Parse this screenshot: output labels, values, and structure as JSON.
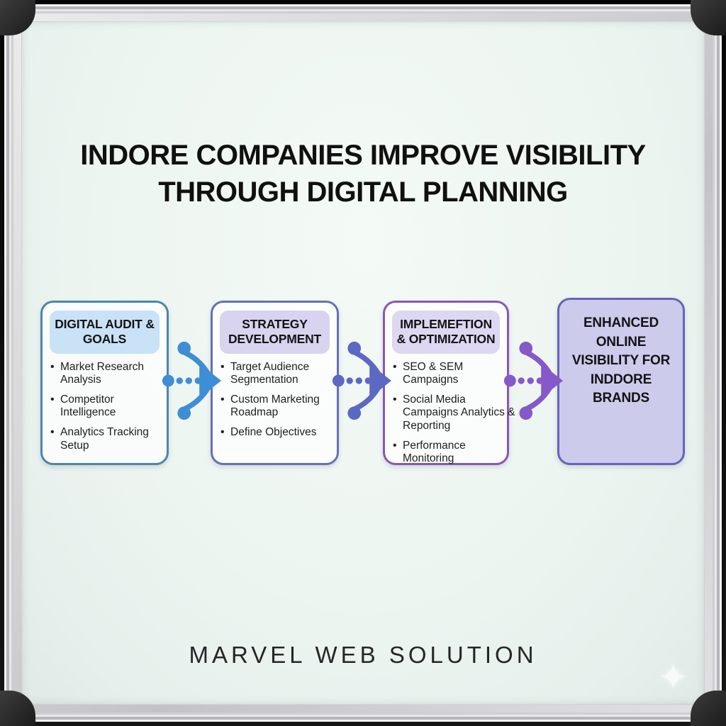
{
  "title": "INDORE COMPANIES IMPROVE VISIBILITY THROUGH DIGITAL PLANNING",
  "footer": "MARVEL WEB SOLUTION",
  "steps": [
    {
      "header": "DIGITAL AUDIT & GOALS",
      "items": [
        "Market Research Analysis",
        "Competitor Intelligence",
        "Analytics Tracking Setup"
      ],
      "accent": "#4d86ab",
      "header_bg": "#c9e2f6"
    },
    {
      "header": "STRATEGY DEVELOPMENT",
      "items": [
        "Target Audience Segmentation",
        "Custom Marketing Roadmap",
        "Define Objectives"
      ],
      "accent": "#6670b2",
      "header_bg": "#d8d3ee"
    },
    {
      "header": "IMPLEMEFTION & OPTIMIZATION",
      "items": [
        "SEO & SEM Campaigns",
        "Social Media Campaigns Analytics & Reporting",
        "Performance Monitoring"
      ],
      "accent": "#8a56b4",
      "header_bg": "#ded7f1"
    },
    {
      "header": "ENHANCED ONLINE VISIBILITY FOR INDDORE BRANDS",
      "items": [],
      "accent": "#6663ba",
      "fill": "#cbcaeb"
    }
  ],
  "arrows": [
    {
      "color": "#3e8ed6"
    },
    {
      "color": "#5b68c4"
    },
    {
      "color": "#8659c9"
    }
  ],
  "icons": {
    "sparkle": "✦"
  }
}
